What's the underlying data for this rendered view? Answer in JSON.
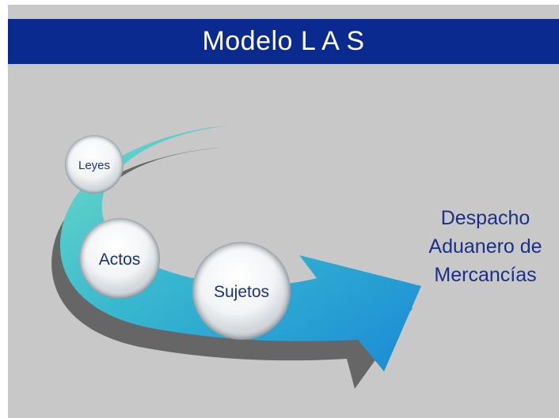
{
  "slide": {
    "title": "Modelo L A S",
    "colors": {
      "title_bar": "#0a2a8f",
      "background": "#c8c8c8",
      "arrow_start": "#5fd3c0",
      "arrow_end": "#1a8fd8",
      "result_text": "#1a2f8a",
      "node_label": "#1a2f8a"
    }
  },
  "diagram": {
    "nodes": [
      {
        "id": "leyes",
        "label": "Leyes"
      },
      {
        "id": "actos",
        "label": "Actos"
      },
      {
        "id": "sujetos",
        "label": "Sujetos"
      }
    ],
    "result": {
      "line1": "Despacho",
      "line2": "Aduanero de",
      "line3": "Mercancías"
    }
  }
}
